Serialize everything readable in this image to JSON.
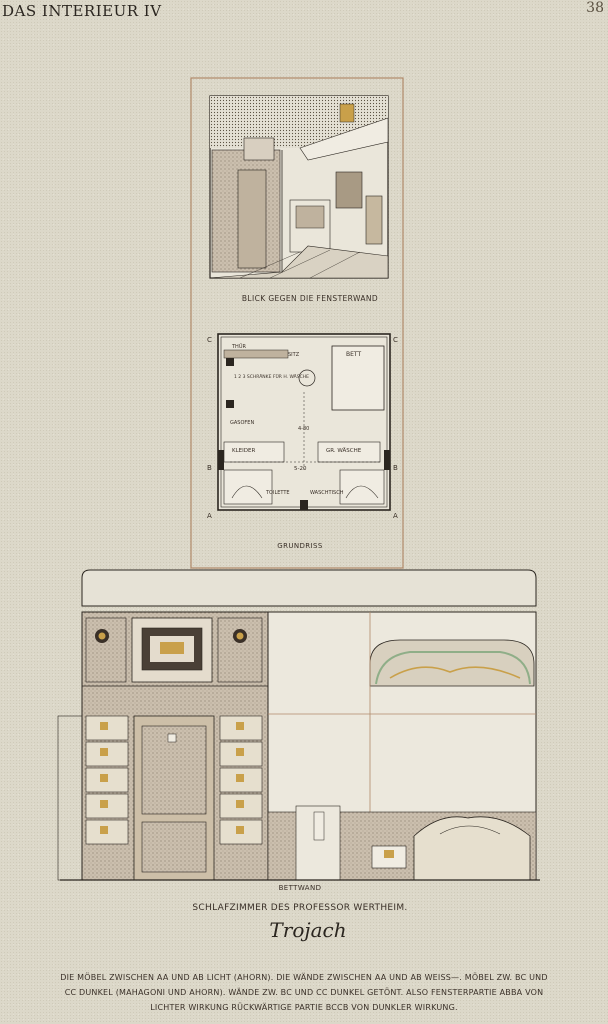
{
  "header": {
    "title": "DAS INTERIEUR IV",
    "page_number": "38"
  },
  "plate": {
    "caption_view": "BLICK GEGEN DIE FENSTERWAND",
    "caption_plan": "GRUNDRISS",
    "caption_elevation": "BETTWAND",
    "caption_title": "SCHLAFZIMMER DES PROFESSOR WERTHEIM.",
    "signature": "Trojach"
  },
  "plan_labels": {
    "corner_c": "C",
    "corner_b": "B",
    "corner_a": "A",
    "thur": "THÜR",
    "sitz": "SITZ",
    "bett": "BETT",
    "schrank": "1 2 3 SCHRÄNKE FÜR H. WÄSCHE",
    "gasofen": "GASOFEN",
    "kleider": "KLEIDER",
    "gr_wasche": "GR. WÄSCHE",
    "toilette": "TOILETTE",
    "waschtisch": "WASCHTISCH",
    "dim_1": "4-80",
    "dim_2": "5-20"
  },
  "footer": {
    "line1": "DIE MÖBEL ZWISCHEN AA UND AB LICHT (AHORN). DIE WÄNDE ZWISCHEN AA UND AB WEISS—. MÖBEL ZW. BC UND",
    "line2": "CC DUNKEL (MAHAGONI UND AHORN). WÄNDE ZW. BC UND CC DUNKEL GETÖNT. ALSO FENSTERPARTIE ABBA VON",
    "line3": "LICHTER WIRKUNG RÜCKWÄRTIGE PARTIE BCCB VON DUNKLER WIRKUNG."
  },
  "colors": {
    "paper": "#dcd8c9",
    "ink": "#2b2620",
    "frame": "#b08a6a",
    "wood_light": "#cdbfa8",
    "accent_gold": "#c9a04a",
    "accent_green": "#8fae88"
  }
}
